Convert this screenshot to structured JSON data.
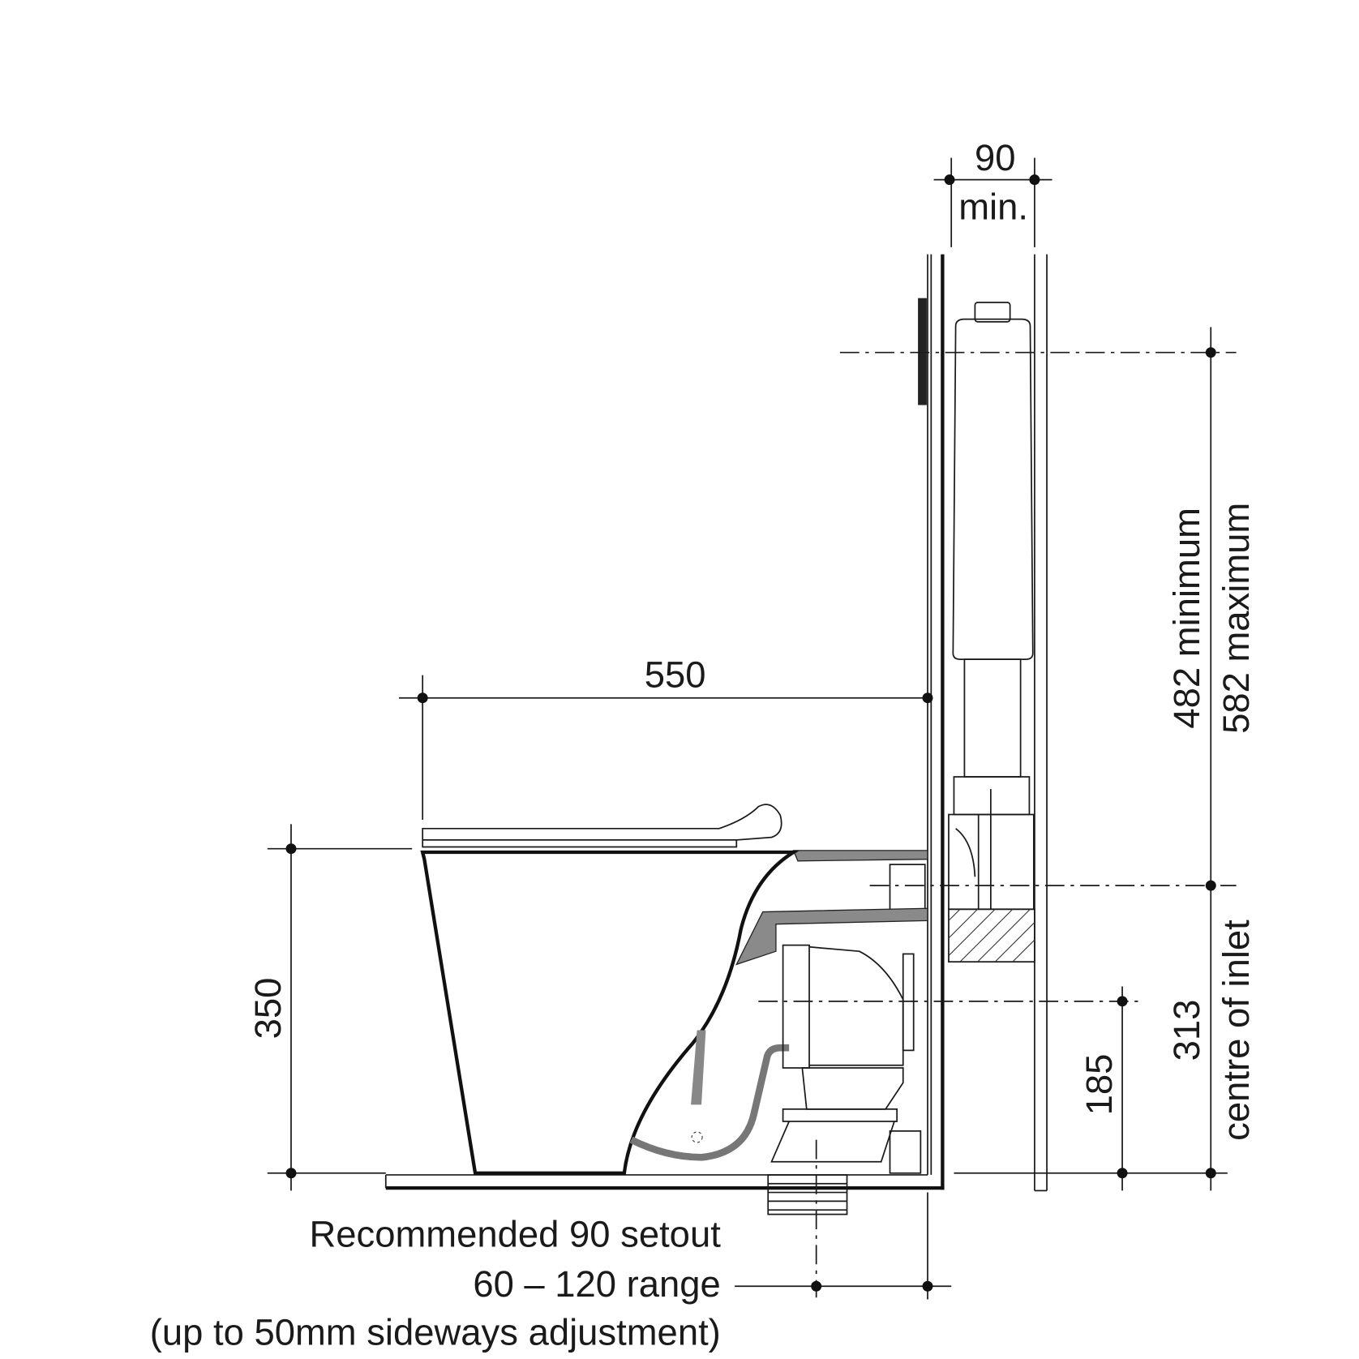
{
  "dimensions": {
    "wall_cavity": {
      "value": "90",
      "note": "min."
    },
    "seat_depth": "550",
    "pan_height": "350",
    "flush_button_min": "482 minimum",
    "flush_button_max": "582 maximum",
    "outlet_height": "185",
    "inlet_height": "313",
    "inlet_label": "centre of inlet"
  },
  "setout_notes": {
    "line1": "Recommended 90 setout",
    "line2": "60 – 120 range",
    "line3": "(up to 50mm sideways adjustment)"
  },
  "colors": {
    "line": "#1a1a1a",
    "fill_grey": "#8a8a8a"
  }
}
